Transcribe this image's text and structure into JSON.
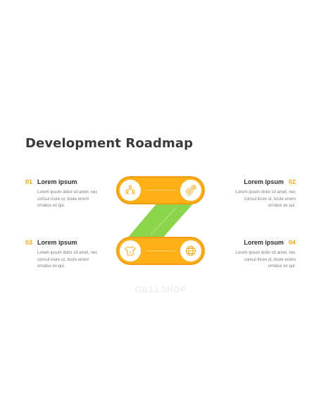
{
  "title": "Development Roadmap",
  "colors": {
    "accent": "#f2a413",
    "bar": "#fcaf17",
    "bar_border": "#f39c12",
    "diagonal": "#8bd44b"
  },
  "steps": [
    {
      "num": "01",
      "label": "Lorem ipsum",
      "body": "Lorem ipsum dolor sit amet, nec consul iriure ut, brute errem ornatus ex qui.",
      "icon": "people-pyramid-icon"
    },
    {
      "num": "02",
      "label": "Lorem ipsum",
      "body": "Lorem ipsum dolor sit amet, nec consul iriure ut, brute errem ornatus ex qui.",
      "icon": "gears-icon"
    },
    {
      "num": "03",
      "label": "Lorem ipsum",
      "body": "Lorem ipsum dolor sit amet, nec consul iriure ut, brute errem ornatus ex qui.",
      "icon": "tshirt-icon"
    },
    {
      "num": "04",
      "label": "Lorem ipsum",
      "body": "Lorem ipsum dolor sit amet, nec consul iriure ut, brute errem ornatus ex qui.",
      "icon": "globe-icon"
    }
  ],
  "watermark": "GILLLSHOP"
}
